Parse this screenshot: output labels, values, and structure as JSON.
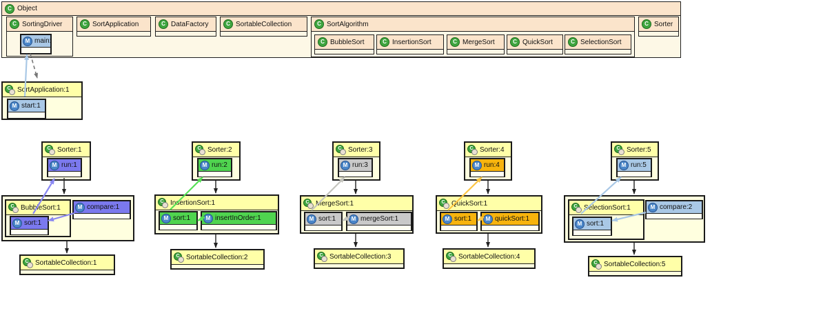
{
  "object_box": {
    "label": "Object",
    "classes": {
      "sorting_driver": {
        "label": "SortingDriver",
        "method": "main:1"
      },
      "sort_application": {
        "label": "SortApplication"
      },
      "data_factory": {
        "label": "DataFactory"
      },
      "sortable_collection": {
        "label": "SortableCollection"
      },
      "sort_algorithm": {
        "label": "SortAlgorithm",
        "subclasses": [
          "BubbleSort",
          "InsertionSort",
          "MergeSort",
          "QuickSort",
          "SelectionSort"
        ]
      },
      "sorter": {
        "label": "Sorter"
      }
    }
  },
  "application": {
    "label": "SortApplication:1",
    "method": "start:1",
    "accent": "#a9c8e6",
    "arrow": "#a9c8e6",
    "create_arrow_color": "#777777"
  },
  "groups": [
    {
      "sorter": "Sorter:1",
      "run": "run:1",
      "object": "BubbleSort:1",
      "methods": [
        "sort:1"
      ],
      "helper": "compare:1",
      "collection": "SortableCollection:1",
      "accent": "#7b79ee",
      "arrow": "#8a88f2"
    },
    {
      "sorter": "Sorter:2",
      "run": "run:2",
      "object": "InsertionSort:1",
      "methods": [
        "sort:1",
        "insertInOrder:1"
      ],
      "collection": "SortableCollection:2",
      "accent": "#4fd44f",
      "arrow": "#55e055"
    },
    {
      "sorter": "Sorter:3",
      "run": "run:3",
      "object": "MergeSort:1",
      "methods": [
        "sort:1",
        "mergeSort:1"
      ],
      "collection": "SortableCollection:3",
      "accent": "#c9c9c9",
      "arrow": "#c4c4bd"
    },
    {
      "sorter": "Sorter:4",
      "run": "run:4",
      "object": "QuickSort:1",
      "methods": [
        "sort:1",
        "quickSort:1"
      ],
      "collection": "SortableCollection:4",
      "accent": "#f7b40d",
      "arrow": "#fcc544"
    },
    {
      "sorter": "Sorter:5",
      "run": "run:5",
      "object": "SelectionSort:1",
      "methods": [
        "sort:1"
      ],
      "helper": "compare:2",
      "collection": "SortableCollection:5",
      "accent": "#a9c8e6",
      "arrow": "#a9c8e6"
    }
  ],
  "colors": {
    "canvas_bg": "#ffffff",
    "class_header": "#fbe4cb",
    "class_body": "#fdf8e6",
    "instance_header": "#ffffa8",
    "instance_body": "#ffffdf",
    "method_strip": "#fffff2",
    "ref_arrow": "#222222"
  }
}
